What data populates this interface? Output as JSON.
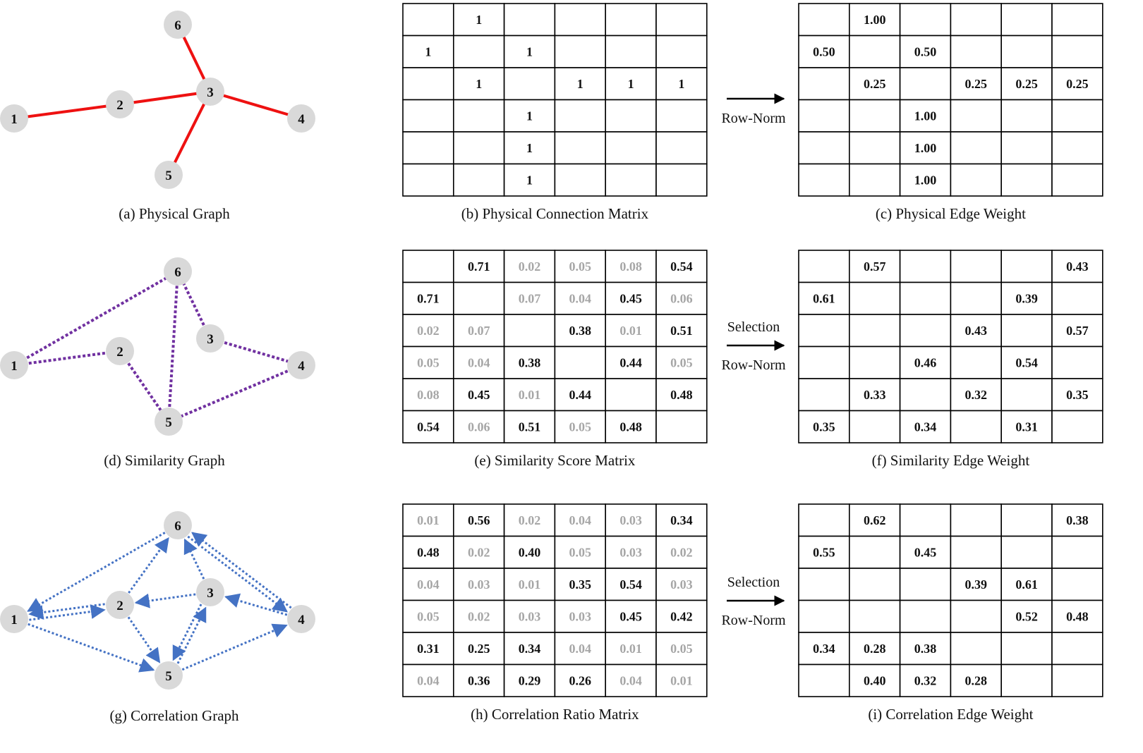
{
  "colors": {
    "physical_edge": "#ee1111",
    "similarity_edge": "#7030a0",
    "correlation_edge": "#4472c4",
    "node_fill": "#d9d9d9",
    "strong_value": "#111111",
    "weak_value": "#a6a6a6"
  },
  "graphs": [
    {
      "id": "a",
      "caption": "(a) Physical Graph",
      "node_labels": [
        "1",
        "2",
        "3",
        "4",
        "5",
        "6"
      ],
      "edge_style": "solid",
      "edges": [
        [
          1,
          2
        ],
        [
          2,
          3
        ],
        [
          3,
          4
        ],
        [
          3,
          5
        ],
        [
          3,
          6
        ]
      ]
    },
    {
      "id": "d",
      "caption": "(d) Similarity Graph",
      "node_labels": [
        "1",
        "2",
        "3",
        "4",
        "5",
        "6"
      ],
      "edge_style": "dotted",
      "edges": [
        [
          1,
          2
        ],
        [
          1,
          6
        ],
        [
          2,
          5
        ],
        [
          3,
          6
        ],
        [
          3,
          4
        ],
        [
          4,
          5
        ],
        [
          5,
          6
        ]
      ]
    },
    {
      "id": "g",
      "caption": "(g) Correlation Graph",
      "node_labels": [
        "1",
        "2",
        "3",
        "4",
        "5",
        "6"
      ],
      "edge_style": "dotted-arrow",
      "directed_edges": [
        [
          2,
          1
        ],
        [
          1,
          2
        ],
        [
          2,
          6
        ],
        [
          6,
          1
        ],
        [
          1,
          5
        ],
        [
          2,
          5
        ],
        [
          3,
          2
        ],
        [
          3,
          6
        ],
        [
          5,
          3
        ],
        [
          3,
          5
        ],
        [
          5,
          4
        ],
        [
          4,
          3
        ],
        [
          4,
          6
        ],
        [
          6,
          4
        ]
      ]
    }
  ],
  "matrices": [
    {
      "id": "b",
      "caption": "(b) Physical Connection Matrix",
      "cells": [
        [
          "",
          "1",
          "",
          "",
          "",
          ""
        ],
        [
          "1",
          "",
          "1",
          "",
          "",
          ""
        ],
        [
          "",
          "1",
          "",
          "1",
          "1",
          "1"
        ],
        [
          "",
          "",
          "1",
          "",
          "",
          ""
        ],
        [
          "",
          "",
          "1",
          "",
          "",
          ""
        ],
        [
          "",
          "",
          "1",
          "",
          "",
          ""
        ]
      ],
      "weak": [
        [
          0,
          0,
          0,
          0,
          0,
          0
        ],
        [
          0,
          0,
          0,
          0,
          0,
          0
        ],
        [
          0,
          0,
          0,
          0,
          0,
          0
        ],
        [
          0,
          0,
          0,
          0,
          0,
          0
        ],
        [
          0,
          0,
          0,
          0,
          0,
          0
        ],
        [
          0,
          0,
          0,
          0,
          0,
          0
        ]
      ]
    },
    {
      "id": "c",
      "caption": "(c) Physical Edge Weight",
      "cells": [
        [
          "",
          "1.00",
          "",
          "",
          "",
          ""
        ],
        [
          "0.50",
          "",
          "0.50",
          "",
          "",
          ""
        ],
        [
          "",
          "0.25",
          "",
          "0.25",
          "0.25",
          "0.25"
        ],
        [
          "",
          "",
          "1.00",
          "",
          "",
          ""
        ],
        [
          "",
          "",
          "1.00",
          "",
          "",
          ""
        ],
        [
          "",
          "",
          "1.00",
          "",
          "",
          ""
        ]
      ],
      "weak": [
        [
          0,
          0,
          0,
          0,
          0,
          0
        ],
        [
          0,
          0,
          0,
          0,
          0,
          0
        ],
        [
          0,
          0,
          0,
          0,
          0,
          0
        ],
        [
          0,
          0,
          0,
          0,
          0,
          0
        ],
        [
          0,
          0,
          0,
          0,
          0,
          0
        ],
        [
          0,
          0,
          0,
          0,
          0,
          0
        ]
      ]
    },
    {
      "id": "e",
      "caption": "(e) Similarity Score Matrix",
      "cells": [
        [
          "",
          "0.71",
          "0.02",
          "0.05",
          "0.08",
          "0.54"
        ],
        [
          "0.71",
          "",
          "0.07",
          "0.04",
          "0.45",
          "0.06"
        ],
        [
          "0.02",
          "0.07",
          "",
          "0.38",
          "0.01",
          "0.51"
        ],
        [
          "0.05",
          "0.04",
          "0.38",
          "",
          "0.44",
          "0.05"
        ],
        [
          "0.08",
          "0.45",
          "0.01",
          "0.44",
          "",
          "0.48"
        ],
        [
          "0.54",
          "0.06",
          "0.51",
          "0.05",
          "0.48",
          ""
        ]
      ],
      "weak": [
        [
          0,
          0,
          1,
          1,
          1,
          0
        ],
        [
          0,
          0,
          1,
          1,
          0,
          1
        ],
        [
          1,
          1,
          0,
          0,
          1,
          0
        ],
        [
          1,
          1,
          0,
          0,
          0,
          1
        ],
        [
          1,
          0,
          1,
          0,
          0,
          0
        ],
        [
          0,
          1,
          0,
          1,
          0,
          0
        ]
      ]
    },
    {
      "id": "f",
      "caption": "(f) Similarity Edge Weight",
      "cells": [
        [
          "",
          "0.57",
          "",
          "",
          "",
          "0.43"
        ],
        [
          "0.61",
          "",
          "",
          "",
          "0.39",
          ""
        ],
        [
          "",
          "",
          "",
          "0.43",
          "",
          "0.57"
        ],
        [
          "",
          "",
          "0.46",
          "",
          "0.54",
          ""
        ],
        [
          "",
          "0.33",
          "",
          "0.32",
          "",
          "0.35"
        ],
        [
          "0.35",
          "",
          "0.34",
          "",
          "0.31",
          ""
        ]
      ],
      "weak": [
        [
          0,
          0,
          0,
          0,
          0,
          0
        ],
        [
          0,
          0,
          0,
          0,
          0,
          0
        ],
        [
          0,
          0,
          0,
          0,
          0,
          0
        ],
        [
          0,
          0,
          0,
          0,
          0,
          0
        ],
        [
          0,
          0,
          0,
          0,
          0,
          0
        ],
        [
          0,
          0,
          0,
          0,
          0,
          0
        ]
      ]
    },
    {
      "id": "h",
      "caption": "(h) Correlation  Ratio Matrix",
      "cells": [
        [
          "0.01",
          "0.56",
          "0.02",
          "0.04",
          "0.03",
          "0.34"
        ],
        [
          "0.48",
          "0.02",
          "0.40",
          "0.05",
          "0.03",
          "0.02"
        ],
        [
          "0.04",
          "0.03",
          "0.01",
          "0.35",
          "0.54",
          "0.03"
        ],
        [
          "0.05",
          "0.02",
          "0.03",
          "0.03",
          "0.45",
          "0.42"
        ],
        [
          "0.31",
          "0.25",
          "0.34",
          "0.04",
          "0.01",
          "0.05"
        ],
        [
          "0.04",
          "0.36",
          "0.29",
          "0.26",
          "0.04",
          "0.01"
        ]
      ],
      "weak": [
        [
          1,
          0,
          1,
          1,
          1,
          0
        ],
        [
          0,
          1,
          0,
          1,
          1,
          1
        ],
        [
          1,
          1,
          1,
          0,
          0,
          1
        ],
        [
          1,
          1,
          1,
          1,
          0,
          0
        ],
        [
          0,
          0,
          0,
          1,
          1,
          1
        ],
        [
          1,
          0,
          0,
          0,
          1,
          1
        ]
      ]
    },
    {
      "id": "i",
      "caption": "(i) Correlation Edge Weight",
      "cells": [
        [
          "",
          "0.62",
          "",
          "",
          "",
          "0.38"
        ],
        [
          "0.55",
          "",
          "0.45",
          "",
          "",
          ""
        ],
        [
          "",
          "",
          "",
          "0.39",
          "0.61",
          ""
        ],
        [
          "",
          "",
          "",
          "",
          "0.52",
          "0.48"
        ],
        [
          "0.34",
          "0.28",
          "0.38",
          "",
          "",
          ""
        ],
        [
          "",
          "0.40",
          "0.32",
          "0.28",
          "",
          ""
        ]
      ],
      "weak": [
        [
          0,
          0,
          0,
          0,
          0,
          0
        ],
        [
          0,
          0,
          0,
          0,
          0,
          0
        ],
        [
          0,
          0,
          0,
          0,
          0,
          0
        ],
        [
          0,
          0,
          0,
          0,
          0,
          0
        ],
        [
          0,
          0,
          0,
          0,
          0,
          0
        ],
        [
          0,
          0,
          0,
          0,
          0,
          0
        ]
      ]
    }
  ],
  "arrows": [
    {
      "id": "row1",
      "labels_above": [],
      "labels_below": [
        "Row-Norm"
      ]
    },
    {
      "id": "row2",
      "labels_above": [
        "Selection"
      ],
      "labels_below": [
        "Row-Norm"
      ]
    },
    {
      "id": "row3",
      "labels_above": [
        "Selection"
      ],
      "labels_below": [
        "Row-Norm"
      ]
    }
  ]
}
